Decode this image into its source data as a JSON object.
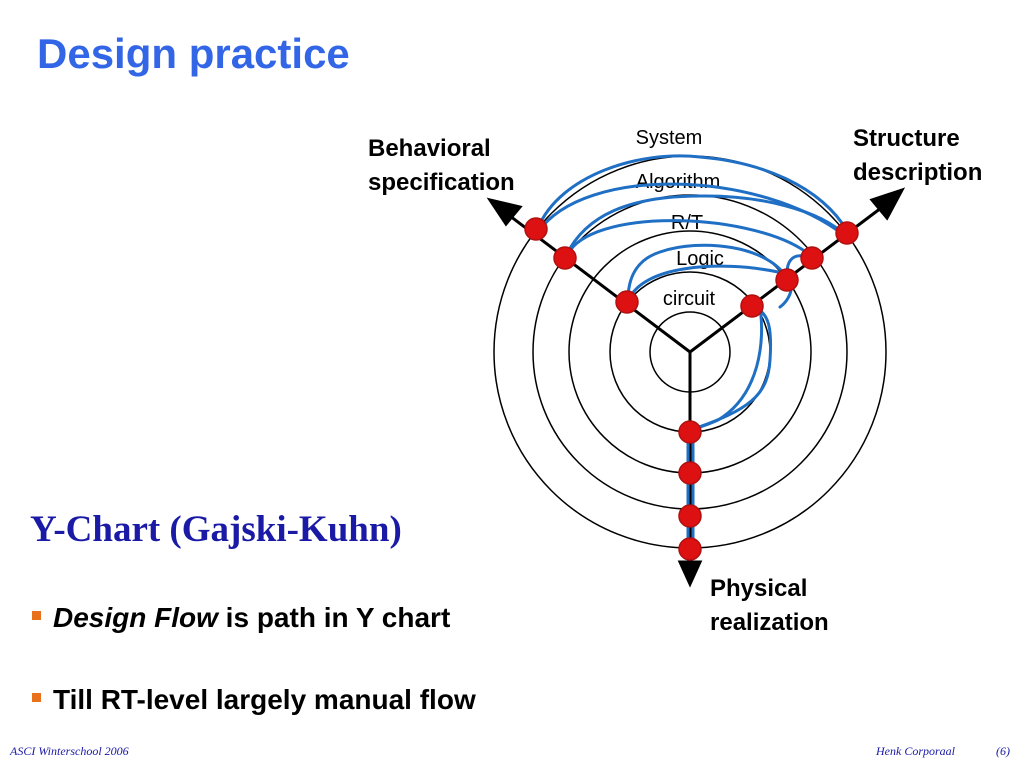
{
  "slide": {
    "title": "Design practice",
    "subtitle": "Y-Chart (Gajski-Kuhn)",
    "bullets": [
      {
        "emphasis": "Design Flow",
        "text": " is path in Y chart"
      },
      {
        "emphasis": "",
        "text": "Till RT-level largely manual flow"
      }
    ],
    "footer_left": "ASCI Winterschool 2006",
    "footer_right": "Henk Corporaal",
    "page_number": "(6)"
  },
  "diagram": {
    "axes": {
      "behavioral": [
        "Behavioral",
        "specification"
      ],
      "structural": [
        "Structure",
        "description"
      ],
      "physical": [
        "Physical",
        "realization"
      ]
    },
    "levels": [
      "System",
      "Algorithm",
      "R/T",
      "Logic",
      "circuit"
    ],
    "colors": {
      "circle": "#000000",
      "axis": "#000000",
      "flow_path": "#1f6fc4",
      "node_fill": "#dd1111",
      "node_stroke": "#b01010"
    }
  }
}
